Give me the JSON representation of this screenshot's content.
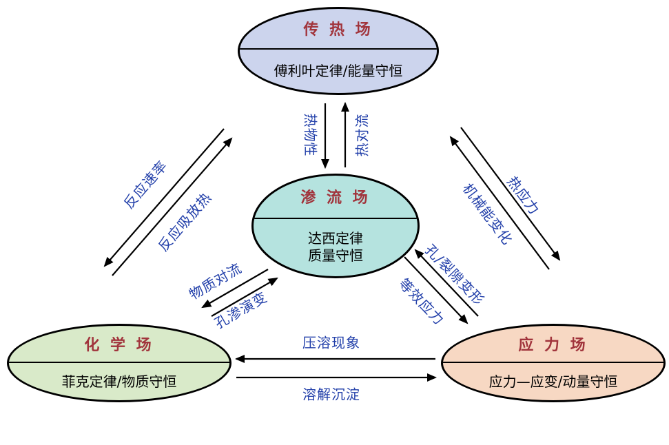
{
  "nodes": {
    "heat": {
      "title": "传 热 场",
      "laws": [
        "傅利叶定律/能量守恒"
      ],
      "fill": "#ccd4ed"
    },
    "seepage": {
      "title": "渗 流 场",
      "laws": [
        "达西定律",
        "质量守恒"
      ],
      "fill": "#b5e3df"
    },
    "chemical": {
      "title": "化 学 场",
      "laws": [
        "菲克定律/物质守恒"
      ],
      "fill": "#d9eac9"
    },
    "stress": {
      "title": "应 力 场",
      "laws": [
        "应力—应变/动量守恒"
      ],
      "fill": "#f7d8c3"
    }
  },
  "edge_labels": {
    "thermal_property": "热物性",
    "thermal_convection": "热对流",
    "reaction_rate": "反应速率",
    "reaction_heat": "反应吸放热",
    "thermal_stress": "热应力",
    "mechanical_energy_change": "机械能变化",
    "mass_convection": "物质对流",
    "porosity_permeability_evolution": "孔渗演变",
    "pore_fracture_deformation": "孔/裂隙变形",
    "effective_stress": "等效应力",
    "pressure_solution": "压溶现象",
    "dissolution_precipitation": "溶解沉淀"
  },
  "colors": {
    "node_title": "#a1343c",
    "edge_label": "#2340aa",
    "arrow_line": "#000000",
    "node_border": "#000000",
    "background": "#ffffff"
  }
}
